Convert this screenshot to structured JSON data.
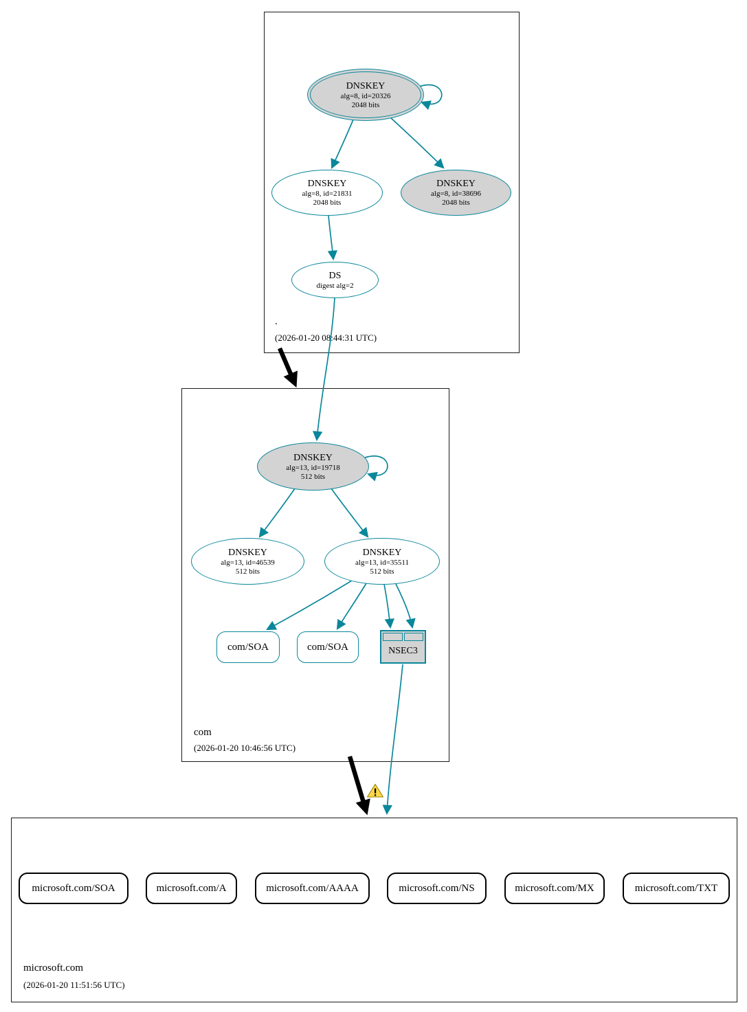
{
  "colors": {
    "edge_secure": "#0a879a",
    "edge_insecure": "#000000",
    "fill_ksk": "#d3d3d3",
    "warning_fill": "#ffd949"
  },
  "icons": {
    "warning_icon": "triangle-exclamation"
  },
  "zones": {
    "root": {
      "name": ".",
      "timestamp": "(2026-01-20 08:44:31 UTC)",
      "ksk": {
        "title": "DNSKEY",
        "line2": "alg=8, id=20326",
        "line3": "2048 bits"
      },
      "zsk": {
        "title": "DNSKEY",
        "line2": "alg=8, id=21831",
        "line3": "2048 bits"
      },
      "ksk2": {
        "title": "DNSKEY",
        "line2": "alg=8, id=38696",
        "line3": "2048 bits"
      },
      "ds": {
        "title": "DS",
        "line2": "digest alg=2"
      }
    },
    "com": {
      "name": "com",
      "timestamp": "(2026-01-20 10:46:56 UTC)",
      "ksk": {
        "title": "DNSKEY",
        "line2": "alg=13, id=19718",
        "line3": "512 bits"
      },
      "zsk1": {
        "title": "DNSKEY",
        "line2": "alg=13, id=46539",
        "line3": "512 bits"
      },
      "zsk2": {
        "title": "DNSKEY",
        "line2": "alg=13, id=35511",
        "line3": "512 bits"
      },
      "soa1": "com/SOA",
      "soa2": "com/SOA",
      "nsec3": "NSEC3"
    },
    "microsoft": {
      "name": "microsoft.com",
      "timestamp": "(2026-01-20 11:51:56 UTC)",
      "rrsets": [
        "microsoft.com/SOA",
        "microsoft.com/A",
        "microsoft.com/AAAA",
        "microsoft.com/NS",
        "microsoft.com/MX",
        "microsoft.com/TXT"
      ]
    }
  }
}
